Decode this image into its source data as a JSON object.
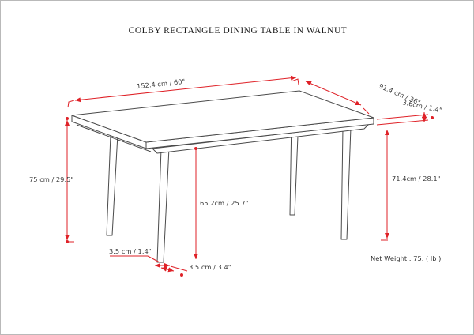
{
  "page": {
    "title": "COLBY RECTANGLE DINING TABLE IN WALNUT"
  },
  "diagram": {
    "labels": {
      "length": "152.4 cm / 60\"",
      "depth": "91.4 cm / 36\"",
      "top_thickness": "3.6cm / 1.4\"",
      "overall_height": "75 cm / 29.5\"",
      "clearance_height": "65.2cm / 25.7\"",
      "leg_height": "71.4cm / 28.1\"",
      "leg_thickness_left": "3.5 cm / 1.4\"",
      "leg_thickness_front": "3.5 cm / 3.4\"",
      "net_weight": "Net Weight : 75. ( lb )"
    },
    "colors": {
      "dimension_line": "#df2127",
      "drawing_line": "#4a4a4a",
      "label_text": "#3a3a3a"
    }
  }
}
